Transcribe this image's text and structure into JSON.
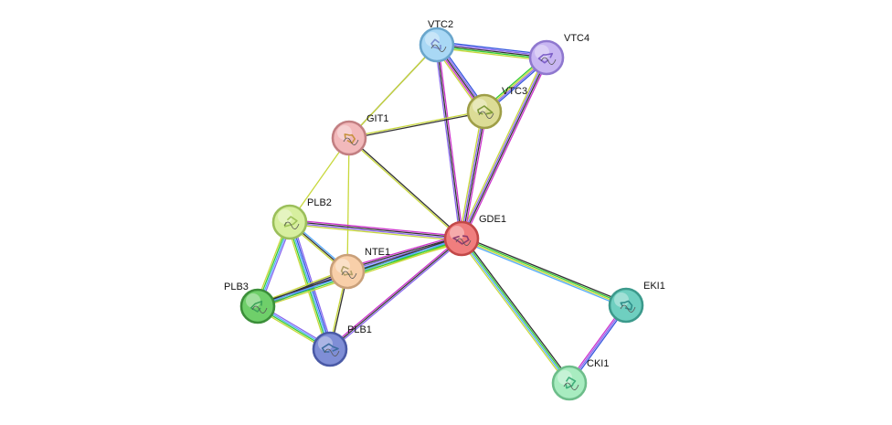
{
  "nodes": [
    {
      "id": "VTC2",
      "label": "VTC2",
      "fill": "#a9d8f5",
      "stroke": "#6aa6cc",
      "glyph": "#7a8fd0"
    },
    {
      "id": "VTC4",
      "label": "VTC4",
      "fill": "#c8b6f2",
      "stroke": "#8f78cf",
      "glyph": "#7d5fc8"
    },
    {
      "id": "VTC3",
      "label": "VTC3",
      "fill": "#dcdc96",
      "stroke": "#9e9e47",
      "glyph": "#7f9b3a"
    },
    {
      "id": "GIT1",
      "label": "GIT1",
      "fill": "#f2b9bb",
      "stroke": "#c27f82",
      "glyph": "#c7913c"
    },
    {
      "id": "PLB2",
      "label": "PLB2",
      "fill": "#d7ef9f",
      "stroke": "#9bbf5b",
      "glyph": "#9fc35a"
    },
    {
      "id": "GDE1",
      "label": "GDE1",
      "fill": "#f07e7e",
      "stroke": "#c24848",
      "glyph": "#8b3c6e"
    },
    {
      "id": "NTE1",
      "label": "NTE1",
      "fill": "#f8cfa9",
      "stroke": "#c9a07a",
      "glyph": "#b2a16a"
    },
    {
      "id": "PLB3",
      "label": "PLB3",
      "fill": "#6fcf6a",
      "stroke": "#3c8f3a",
      "glyph": "#3ea35a"
    },
    {
      "id": "PLB1",
      "label": "PLB1",
      "fill": "#7f8ed6",
      "stroke": "#4a5aa6",
      "glyph": "#3e6da0"
    },
    {
      "id": "EKI1",
      "label": "EKI1",
      "fill": "#6fcfc0",
      "stroke": "#3c9a8c",
      "glyph": "#2f8f8a"
    },
    {
      "id": "CKI1",
      "label": "CKI1",
      "fill": "#a8ecc0",
      "stroke": "#6dbd8a",
      "glyph": "#3fae7a"
    }
  ],
  "evidence_colors": {
    "green": "#33cc33",
    "blue": "#3355dd",
    "black": "#333333",
    "magenta": "#cc33cc",
    "purple": "#8866ee",
    "yellow": "#c8d83c",
    "lightblue": "#55aaff"
  },
  "edges": [
    {
      "a": "VTC2",
      "b": "VTC4",
      "types": [
        "blue",
        "purple",
        "black",
        "green",
        "yellow"
      ]
    },
    {
      "a": "VTC2",
      "b": "VTC3",
      "types": [
        "blue",
        "purple",
        "black",
        "magenta",
        "yellow"
      ]
    },
    {
      "a": "VTC2",
      "b": "GIT1",
      "types": [
        "black"
      ]
    },
    {
      "a": "VTC2",
      "b": "GDE1",
      "types": [
        "magenta",
        "black",
        "purple"
      ]
    },
    {
      "a": "VTC4",
      "b": "VTC3",
      "types": [
        "blue",
        "purple",
        "yellow",
        "green"
      ]
    },
    {
      "a": "VTC4",
      "b": "GDE1",
      "types": [
        "magenta",
        "black",
        "purple",
        "yellow"
      ]
    },
    {
      "a": "VTC3",
      "b": "GIT1",
      "types": [
        "black",
        "yellow"
      ]
    },
    {
      "a": "VTC3",
      "b": "GDE1",
      "types": [
        "magenta",
        "black",
        "purple",
        "yellow"
      ]
    },
    {
      "a": "VTC2",
      "b": "GIT1",
      "types": [
        "yellow"
      ]
    },
    {
      "a": "GIT1",
      "b": "GDE1",
      "types": [
        "black",
        "yellow"
      ]
    },
    {
      "a": "GIT1",
      "b": "PLB2",
      "types": [
        "yellow"
      ]
    },
    {
      "a": "GIT1",
      "b": "NTE1",
      "types": [
        "yellow"
      ]
    },
    {
      "a": "PLB2",
      "b": "GDE1",
      "types": [
        "magenta",
        "black",
        "purple",
        "yellow"
      ]
    },
    {
      "a": "PLB2",
      "b": "NTE1",
      "types": [
        "lightblue",
        "black",
        "yellow"
      ]
    },
    {
      "a": "PLB2",
      "b": "PLB3",
      "types": [
        "purple",
        "lightblue",
        "green",
        "yellow"
      ]
    },
    {
      "a": "PLB2",
      "b": "PLB1",
      "types": [
        "purple",
        "blue",
        "lightblue",
        "green",
        "yellow"
      ]
    },
    {
      "a": "NTE1",
      "b": "GDE1",
      "types": [
        "magenta",
        "black",
        "purple",
        "lightblue",
        "green",
        "yellow"
      ]
    },
    {
      "a": "NTE1",
      "b": "PLB3",
      "types": [
        "blue",
        "purple",
        "black",
        "yellow"
      ]
    },
    {
      "a": "NTE1",
      "b": "PLB1",
      "types": [
        "black",
        "yellow"
      ]
    },
    {
      "a": "PLB3",
      "b": "GDE1",
      "types": [
        "black",
        "lightblue",
        "green",
        "yellow"
      ]
    },
    {
      "a": "PLB3",
      "b": "PLB1",
      "types": [
        "purple",
        "lightblue",
        "green",
        "yellow"
      ]
    },
    {
      "a": "PLB1",
      "b": "GDE1",
      "types": [
        "magenta",
        "black",
        "purple"
      ]
    },
    {
      "a": "GDE1",
      "b": "EKI1",
      "types": [
        "black",
        "green",
        "yellow",
        "lightblue"
      ]
    },
    {
      "a": "GDE1",
      "b": "CKI1",
      "types": [
        "black",
        "green",
        "lightblue",
        "yellow"
      ]
    },
    {
      "a": "EKI1",
      "b": "CKI1",
      "types": [
        "blue",
        "purple",
        "magenta"
      ]
    }
  ]
}
